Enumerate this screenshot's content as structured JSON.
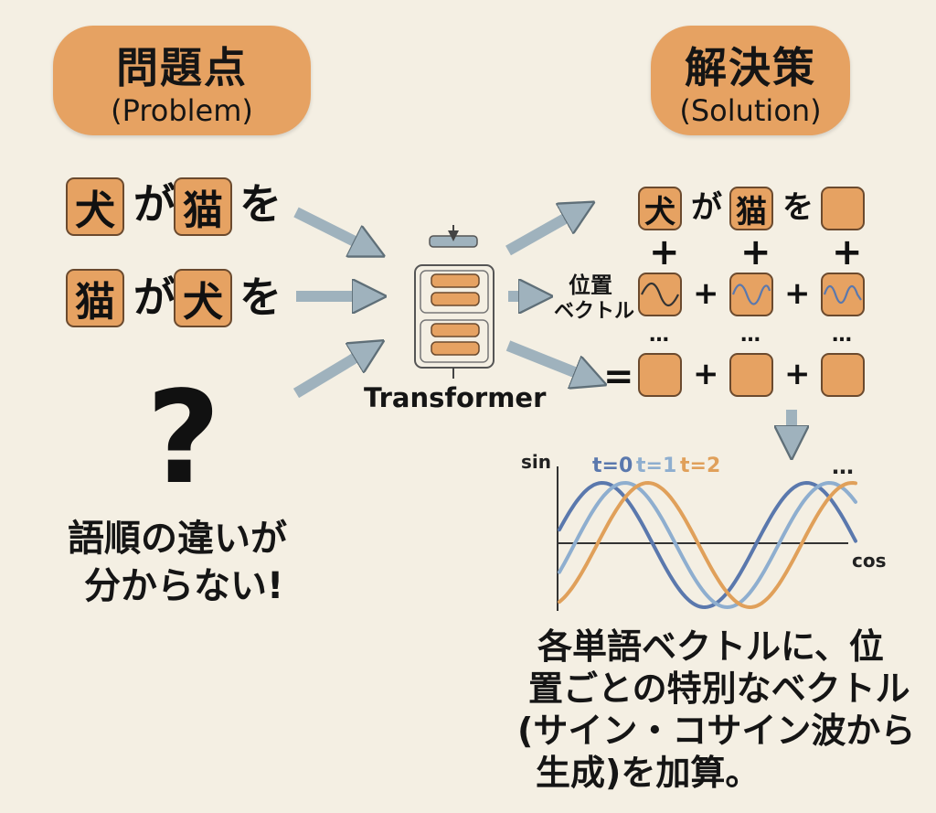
{
  "problem": {
    "title_jp": "問題点",
    "title_en": "(Problem)",
    "sentence1": [
      "犬",
      "が",
      "猫",
      "を"
    ],
    "sentence2": [
      "猫",
      "が",
      "犬",
      "を"
    ],
    "question_mark": "?",
    "message_line1": "語順の違いが",
    "message_line2": "分からない!"
  },
  "model": {
    "label": "Transformer"
  },
  "solution": {
    "title_jp": "解決策",
    "title_en": "(Solution)",
    "words": [
      "犬",
      "が",
      "猫",
      "を"
    ],
    "plus": "+",
    "equals": "=",
    "ellipsis": "…",
    "position_label_line1": "位置",
    "position_label_line2": "ベクトル",
    "description_line1": "各単語ベクトルに、位",
    "description_line2": "置ごとの特別なベクトル",
    "description_line3": "(サイン・コサイン波から",
    "description_line4": "生成)を加算。"
  },
  "chart_data": {
    "type": "line",
    "xlabel": "cos",
    "ylabel": "sin",
    "series": [
      {
        "name": "t=0",
        "color": "#5a78ad",
        "phase": 0.0
      },
      {
        "name": "t=1",
        "color": "#8eaecf",
        "phase": 0.7
      },
      {
        "name": "t=2",
        "color": "#e0a05a",
        "phase": 1.4
      }
    ],
    "legend_placement": "top",
    "grid": false,
    "ellipsis": "…"
  },
  "colors": {
    "tile": "#e6a262",
    "tile_border": "#6b4a2e",
    "arrow": "#9fb2bd",
    "background": "#f4efe3"
  }
}
